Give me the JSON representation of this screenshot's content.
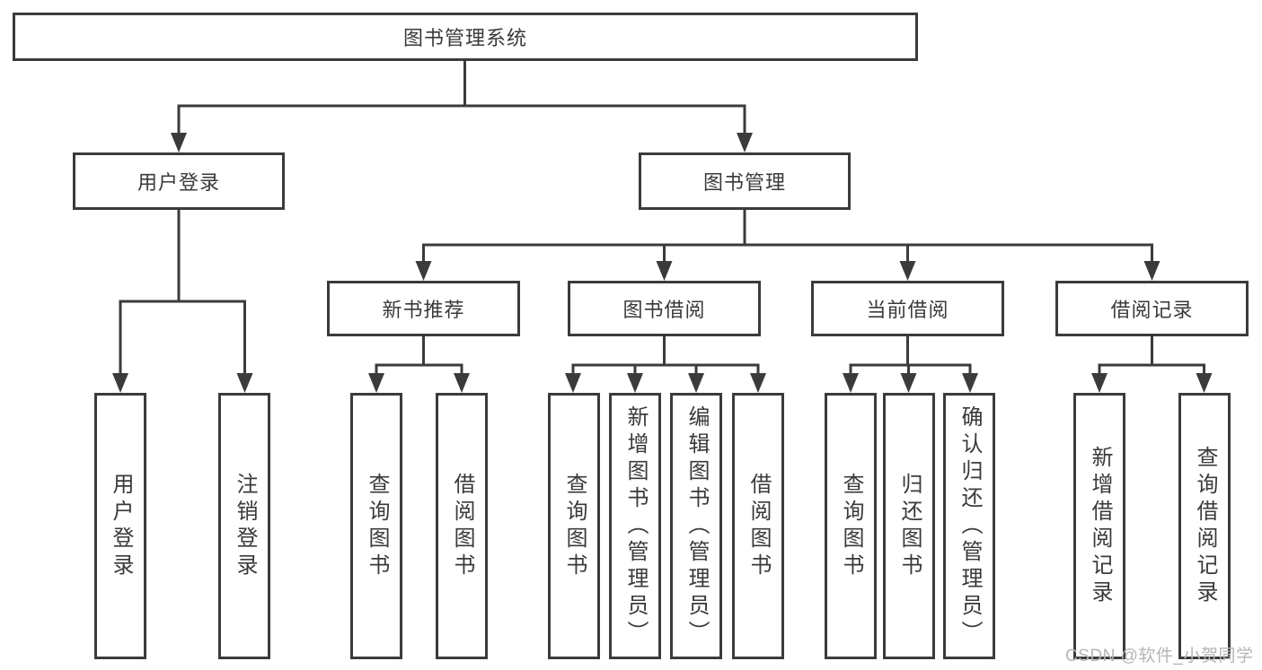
{
  "colors": {
    "line": "#3b3b3b",
    "text": "#3a3a3a",
    "background": "#ffffff",
    "watermark": "#b5b5b5"
  },
  "watermark": {
    "text": "CSDN @软件_小贺同学"
  },
  "diagram": {
    "root": {
      "label": "图书管理系统"
    },
    "branches": [
      {
        "label": "用户登录",
        "children": [
          {
            "label": "用户登录"
          },
          {
            "label": "注销登录"
          }
        ]
      },
      {
        "label": "图书管理",
        "children": [
          {
            "label": "新书推荐",
            "children": [
              {
                "label": "查询图书"
              },
              {
                "label": "借阅图书"
              }
            ]
          },
          {
            "label": "图书借阅",
            "children": [
              {
                "label": "查询图书"
              },
              {
                "label": "新增图书（管理员）"
              },
              {
                "label": "编辑图书（管理员）"
              },
              {
                "label": "借阅图书"
              }
            ]
          },
          {
            "label": "当前借阅",
            "children": [
              {
                "label": "查询图书"
              },
              {
                "label": "归还图书"
              },
              {
                "label": "确认归还（管理员）"
              }
            ]
          },
          {
            "label": "借阅记录",
            "children": [
              {
                "label": "新增借阅记录"
              },
              {
                "label": "查询借阅记录"
              }
            ]
          }
        ]
      }
    ]
  }
}
